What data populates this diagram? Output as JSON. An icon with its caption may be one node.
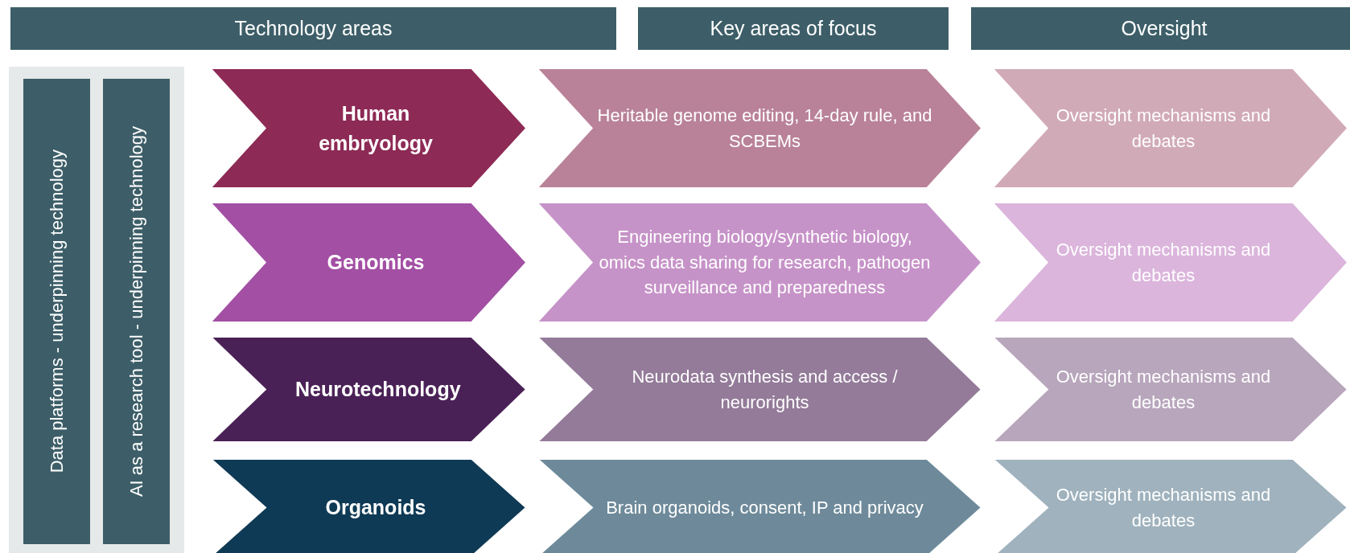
{
  "diagram": {
    "nodes": [
      {
        "text": [
          "Technology areas"
        ]
      },
      {
        "text": [
          "Key areas of focus"
        ]
      },
      {
        "text": [
          "Oversight"
        ]
      },
      {
        "text": [],
        "shape": "box"
      },
      {
        "text": [
          "Data platforms - underpinning technology"
        ],
        "in": 3
      },
      {
        "text": [
          "AI as a research tool - underpinning technology"
        ],
        "in": 3
      },
      {
        "text": [
          "Human embryology"
        ]
      },
      {
        "text": [
          "Heritable genome editing, 14-day rule, and SCBEMs"
        ]
      },
      {
        "text": [
          "Oversight mechanisms and debates"
        ]
      },
      {
        "text": [
          "Genomics"
        ]
      },
      {
        "text": [
          "Engineering biology/synthetic biology, omics data sharing for research, pathogen surveillance and preparedness"
        ]
      },
      {
        "text": [
          "Oversight mechanisms and debates"
        ]
      },
      {
        "text": [
          "Neurotechnology"
        ]
      },
      {
        "text": [
          "Neurodata synthesis and access / neurorights"
        ]
      },
      {
        "text": [
          "Oversight mechanisms and debates"
        ]
      },
      {
        "text": [
          "Organoids"
        ]
      },
      {
        "text": [
          "Brain organoids, consent, IP and privacy"
        ]
      },
      {
        "text": [
          "Oversight mechanisms and debates"
        ]
      }
    ],
    "edges": []
  }
}
